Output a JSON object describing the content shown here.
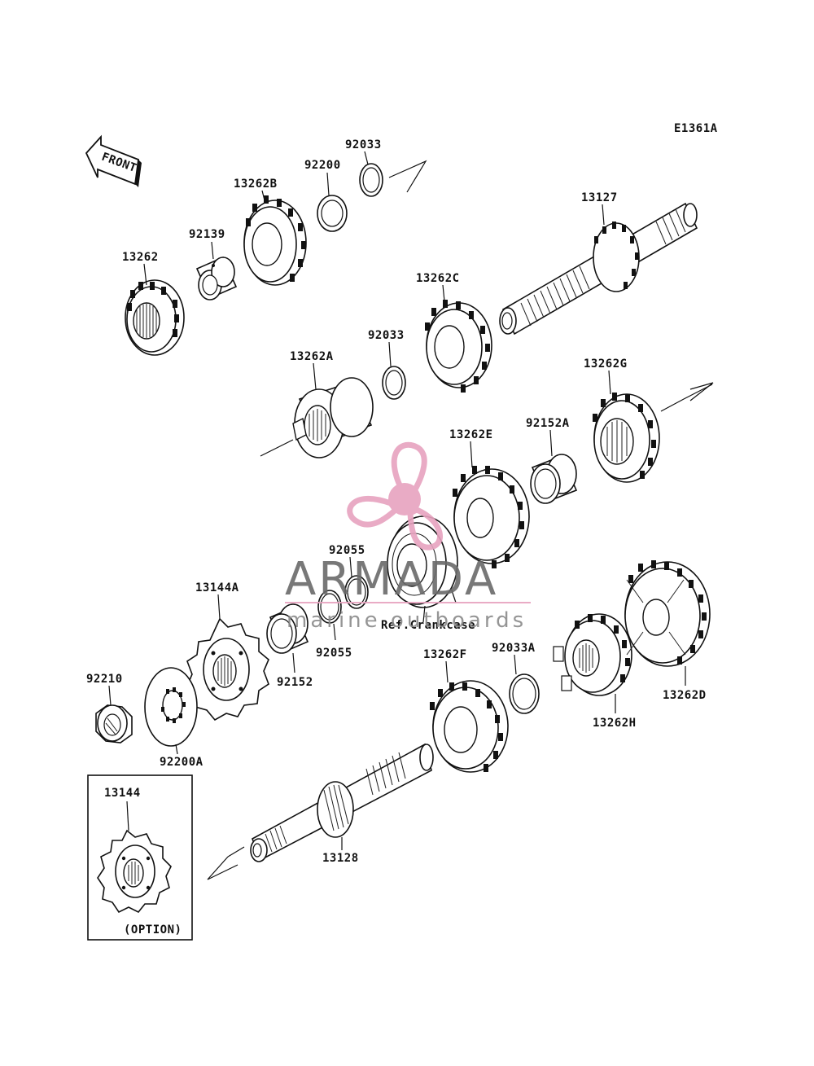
{
  "diagram_code": "E1361A",
  "front_label": "FRONT",
  "reference_note": "Ref.Crankcase",
  "option_label": "(OPTION)",
  "watermark": {
    "brand": "ARMADA",
    "tagline": "marine outboards",
    "accent_color": "#e7a3bf",
    "text_color": "#6a6a6a"
  },
  "parts": {
    "p13262": "13262",
    "p92139": "92139",
    "p13262B": "13262B",
    "p92200": "92200",
    "p92033_top": "92033",
    "p13127": "13127",
    "p13262C": "13262C",
    "p92033_mid": "92033",
    "p13262A": "13262A",
    "p13262G": "13262G",
    "p13262E": "13262E",
    "p92152A": "92152A",
    "p92055_top": "92055",
    "p92055_bot": "92055",
    "p13144A": "13144A",
    "p92152": "92152",
    "p92210": "92210",
    "p92200A": "92200A",
    "p13262F": "13262F",
    "p92033A": "92033A",
    "p13262H": "13262H",
    "p13262D": "13262D",
    "p13128": "13128",
    "p13144": "13144"
  }
}
